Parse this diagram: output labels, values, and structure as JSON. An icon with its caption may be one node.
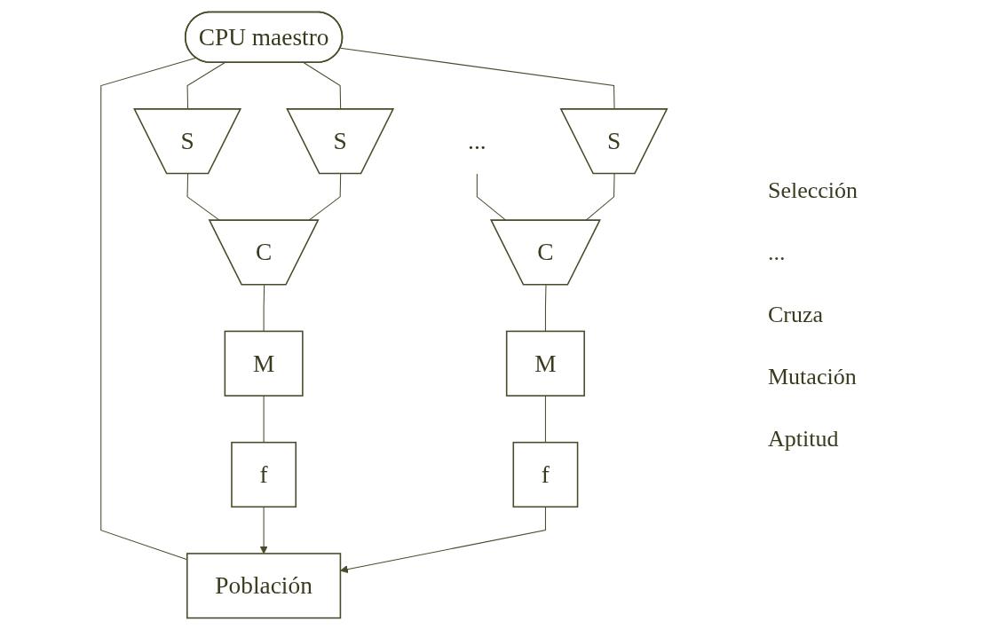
{
  "diagram": {
    "nodes": [
      {
        "text": [
          "CPU maestro"
        ]
      },
      {
        "text": [
          "Población"
        ]
      },
      {
        "text": [
          "S"
        ]
      },
      {
        "text": [
          "S"
        ]
      },
      {
        "text": [
          "..."
        ]
      },
      {
        "text": [
          "S"
        ]
      },
      {
        "text": [
          "C"
        ]
      },
      {
        "text": [
          "C"
        ]
      },
      {
        "text": [
          "M"
        ]
      },
      {
        "text": [
          "M"
        ]
      },
      {
        "text": [
          "f"
        ]
      },
      {
        "text": [
          "f"
        ]
      }
    ],
    "edges": [
      {
        "from": 0,
        "to": 1,
        "arrow": "none"
      },
      {
        "from": 0,
        "to": 2,
        "arrow": "none"
      },
      {
        "from": 0,
        "to": 3,
        "arrow": "none"
      },
      {
        "from": 0,
        "to": 5,
        "arrow": "none"
      },
      {
        "from": 2,
        "to": 6,
        "arrow": "none"
      },
      {
        "from": 3,
        "to": 6,
        "arrow": "none"
      },
      {
        "from": 4,
        "to": 7,
        "arrow": "none"
      },
      {
        "from": 5,
        "to": 7,
        "arrow": "none"
      },
      {
        "from": 6,
        "to": 8,
        "arrow": "none"
      },
      {
        "from": 7,
        "to": 9,
        "arrow": "none"
      },
      {
        "from": 8,
        "to": 10,
        "arrow": "none"
      },
      {
        "from": 9,
        "to": 11,
        "arrow": "none"
      },
      {
        "from": 10,
        "to": 1,
        "arrow": "to"
      },
      {
        "from": 11,
        "to": 1,
        "arrow": "to"
      }
    ],
    "labels": [
      "Selección",
      "...",
      "Cruza",
      "Mutación",
      "Aptitud"
    ]
  }
}
